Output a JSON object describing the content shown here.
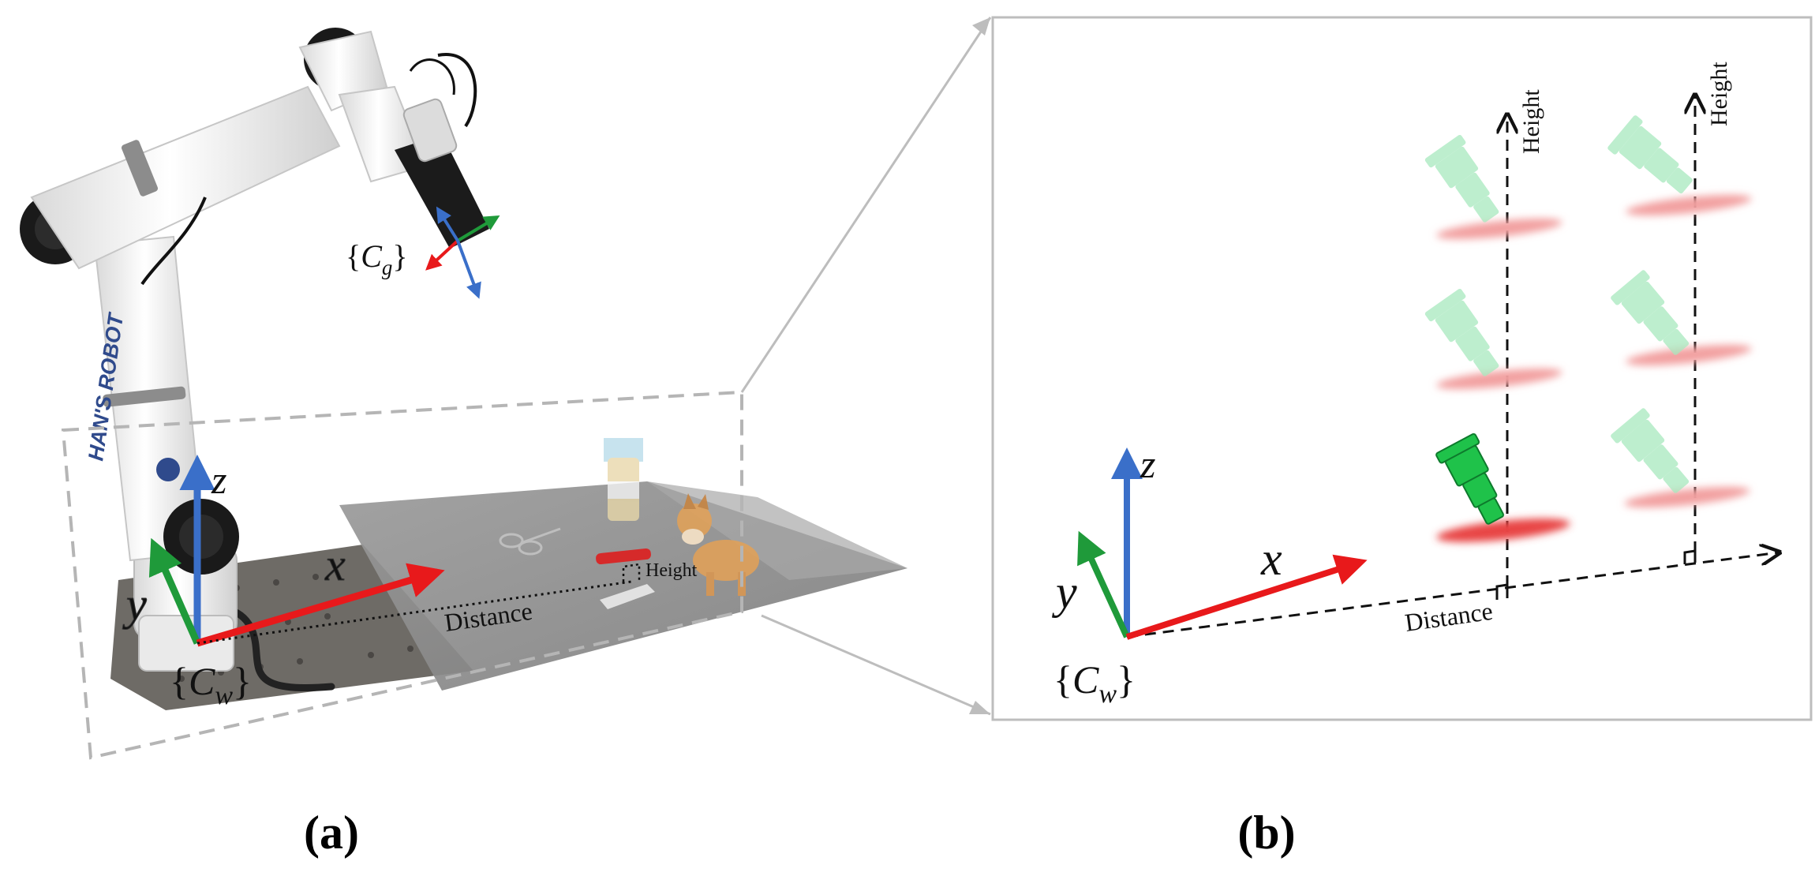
{
  "panel_a": {
    "caption": "(a)",
    "robot_brand": "HAN'S ROBOT",
    "gripper_frame": {
      "brace_open": "{",
      "symbol": "C",
      "subscript": "g",
      "brace_close": "}"
    },
    "world_frame": {
      "brace_open": "{",
      "symbol": "C",
      "subscript": "w",
      "brace_close": "}"
    },
    "axis_z": "z",
    "axis_y": "y",
    "axis_x": "x",
    "distance_label": "Distance",
    "height_label": "Height"
  },
  "panel_b": {
    "caption": "(b)",
    "world_frame": {
      "brace_open": "{",
      "symbol": "C",
      "subscript": "w",
      "brace_close": "}"
    },
    "axis_z": "z",
    "axis_y": "y",
    "axis_x": "x",
    "distance_label": "Distance",
    "height_label_1": "Height",
    "height_label_2": "Height"
  },
  "colors": {
    "axis_x": "#e8191b",
    "axis_y": "#1f9a3a",
    "axis_z": "#3a6fc9",
    "gripper_highlight": "#1fc24a",
    "gripper_ghost": "#a7e8be",
    "shadow_red": "#f2a0a0",
    "frame_gray": "#bdbdbd"
  }
}
